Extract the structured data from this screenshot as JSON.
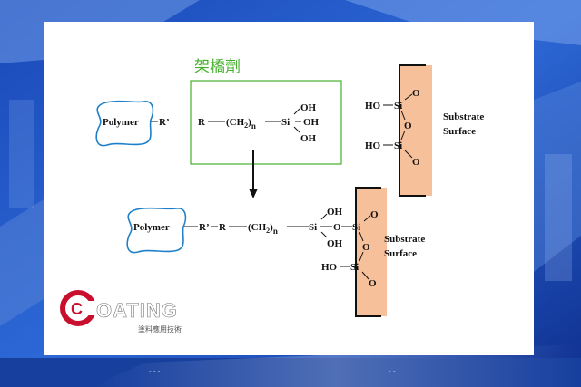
{
  "slide": {
    "crosslinker_label": "架橋劑",
    "colors": {
      "accent_green": "#43b02a",
      "substrate_fill": "#f6c09a",
      "polymer_outline": "#1f80c8",
      "logo_red": "#c8102e"
    }
  },
  "reactants": {
    "polymer_label": "Polymer",
    "r_prime": "R’",
    "silane": {
      "r": "R",
      "chain_open": "(CH",
      "chain_sub2": "2",
      "chain_close": ")",
      "chain_sub_n": "n",
      "si": "Si",
      "oh_top": "OH",
      "oh_mid": "OH",
      "oh_bottom": "OH"
    },
    "substrate": {
      "ho_top": "HO",
      "si_top": "Si",
      "o_top": "O",
      "o_bridge": "O",
      "ho_bottom": "HO",
      "si_bottom": "Si",
      "o_bottom": "O",
      "label_line1": "Substrate",
      "label_line2": "Surface"
    }
  },
  "product": {
    "polymer_label": "Polymer",
    "r_prime": "R’",
    "r": "R",
    "chain_open": "(CH",
    "chain_sub2": "2",
    "chain_close": ")",
    "chain_sub_n": "n",
    "si": "Si",
    "oh_top": "OH",
    "oh_bottom": "OH",
    "o_link": "O",
    "si_surface": "Si",
    "o_right": "O",
    "o_bridge": "O",
    "ho_lower": "HO",
    "si_lower": "Si",
    "o_lower": "O",
    "label_line1": "Substrate",
    "label_line2": "Surface"
  },
  "logo": {
    "mark_letter": "C",
    "wordmark": "OATING",
    "tagline": "塗料應用技術"
  },
  "footer": {
    "left_text": "- - -",
    "right_text": "- -"
  }
}
